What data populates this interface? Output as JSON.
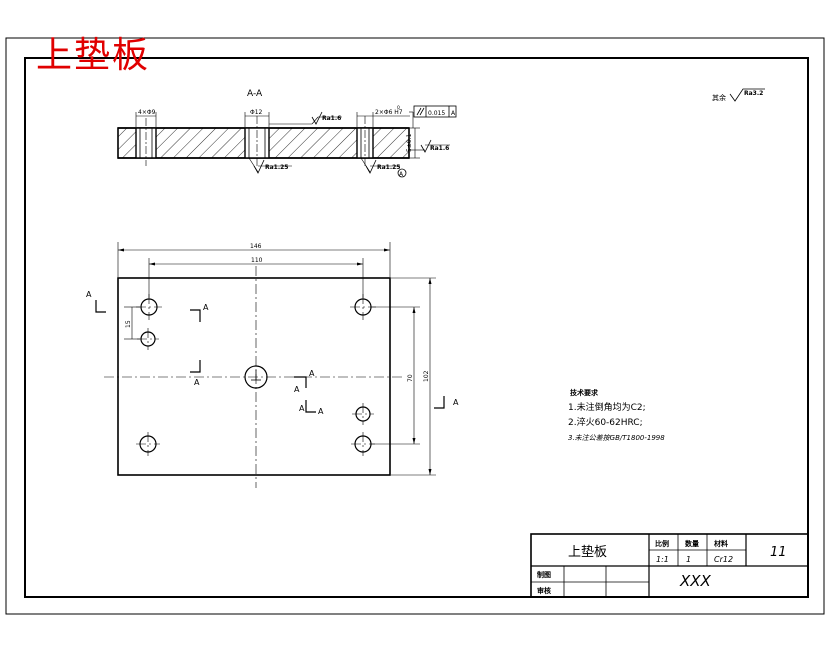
{
  "overlay_title": "上垫板",
  "section_label": "A-A",
  "surface_note": {
    "prefix": "其余",
    "value": "Ra3.2"
  },
  "section_annotations": {
    "hole_left": "4×Φ9",
    "hole_mid": "Φ12",
    "hole_right": "2×Φ6 H7",
    "hole_right_sup": "0",
    "tolerance_value": "0.015",
    "datum_letter": "A",
    "roughness_top": "Ra1.6",
    "roughness_side": "Ra1.6",
    "roughness_bot_mid": "Ra1.25",
    "roughness_bot_right": "Ra1.25",
    "thickness": "5±0.1",
    "circled_label": "A"
  },
  "plan_dimensions": {
    "overall_width": "146",
    "hole_span": "110",
    "small_pitch": "15",
    "inner_height": "70",
    "overall_height": "102"
  },
  "section_markers": [
    "A",
    "A",
    "A",
    "A",
    "A",
    "A",
    "A",
    "A"
  ],
  "tech_requirements": {
    "heading": "技术要求",
    "items": [
      "1.未注倒角均为C2;",
      "2.淬火60-62HRC;",
      "3.未注公差按GB/T1800-1998"
    ]
  },
  "title_block": {
    "part_name": "上垫板",
    "headers": [
      "比例",
      "数量",
      "材料"
    ],
    "values": [
      "1:1",
      "1",
      "Cr12"
    ],
    "drawing_no": "11",
    "designer_label": "制图",
    "checker_label": "审核",
    "company": "XXX"
  }
}
